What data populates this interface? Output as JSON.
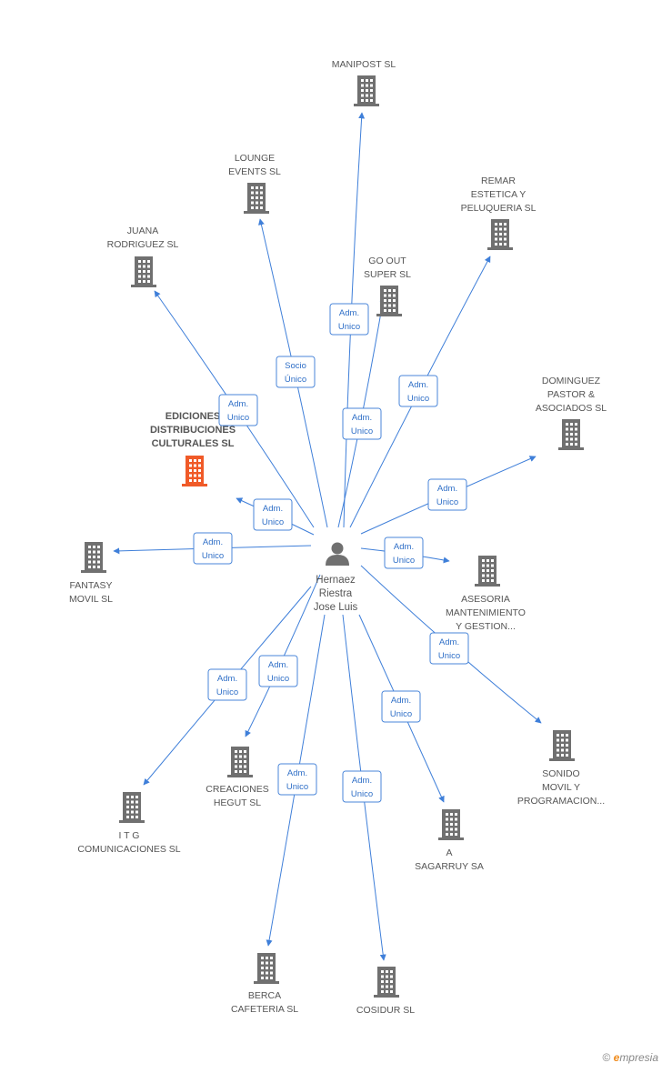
{
  "person": {
    "lines": [
      "Hernaez",
      "Riestra",
      "Jose Luis"
    ],
    "icon": "person-icon"
  },
  "colors": {
    "edge": "#3f7fd9",
    "building": "#707070",
    "focus_building": "#f05a28",
    "role_text": "#2f6fc7"
  },
  "companies": [
    {
      "id": "manipost",
      "lines": [
        "MANIPOST SL"
      ],
      "icon": "building-icon"
    },
    {
      "id": "lounge",
      "lines": [
        "LOUNGE",
        "EVENTS SL"
      ],
      "icon": "building-icon"
    },
    {
      "id": "remar",
      "lines": [
        "REMAR",
        "ESTETICA Y",
        "PELUQUERIA SL"
      ],
      "icon": "building-icon"
    },
    {
      "id": "juana",
      "lines": [
        "JUANA",
        "RODRIGUEZ SL"
      ],
      "icon": "building-icon"
    },
    {
      "id": "goout",
      "lines": [
        "GO OUT",
        "SUPER SL"
      ],
      "icon": "building-icon"
    },
    {
      "id": "dominguez",
      "lines": [
        "DOMINGUEZ",
        "PASTOR &",
        "ASOCIADOS SL"
      ],
      "icon": "building-icon"
    },
    {
      "id": "ediciones",
      "lines": [
        "EDICIONES",
        "DISTRIBUCIONES",
        "CULTURALES SL"
      ],
      "icon": "building-icon",
      "focus": true
    },
    {
      "id": "fantasy",
      "lines": [
        "FANTASY",
        "MOVIL SL"
      ],
      "icon": "building-icon"
    },
    {
      "id": "asesoria",
      "lines": [
        "ASESORIA",
        "MANTENIMIENTO",
        "Y GESTION..."
      ],
      "icon": "building-icon"
    },
    {
      "id": "sonido",
      "lines": [
        "SONIDO",
        "MOVIL Y",
        "PROGRAMACION..."
      ],
      "icon": "building-icon"
    },
    {
      "id": "creaciones",
      "lines": [
        "CREACIONES",
        "HEGUT SL"
      ],
      "icon": "building-icon"
    },
    {
      "id": "itg",
      "lines": [
        "I T G",
        "COMUNICACIONES SL"
      ],
      "icon": "building-icon"
    },
    {
      "id": "sagarruy",
      "lines": [
        "A",
        "SAGARRUY SA"
      ],
      "icon": "building-icon"
    },
    {
      "id": "berca",
      "lines": [
        "BERCA",
        "CAFETERIA SL"
      ],
      "icon": "building-icon"
    },
    {
      "id": "cosidur",
      "lines": [
        "COSIDUR SL"
      ],
      "icon": "building-icon"
    }
  ],
  "edges": [
    {
      "to": "manipost",
      "role": [
        "Adm.",
        "Unico"
      ]
    },
    {
      "to": "lounge",
      "role": [
        "Socio",
        "Único"
      ]
    },
    {
      "to": "remar",
      "role": [
        "Adm.",
        "Unico"
      ]
    },
    {
      "to": "juana",
      "role": [
        "Adm.",
        "Unico"
      ]
    },
    {
      "to": "goout",
      "role": [
        "Adm.",
        "Unico"
      ]
    },
    {
      "to": "dominguez",
      "role": [
        "Adm.",
        "Unico"
      ]
    },
    {
      "to": "ediciones",
      "role": [
        "Adm.",
        "Unico"
      ]
    },
    {
      "to": "fantasy",
      "role": [
        "Adm.",
        "Unico"
      ]
    },
    {
      "to": "asesoria",
      "role": [
        "Adm.",
        "Unico"
      ]
    },
    {
      "to": "sonido",
      "role": [
        "Adm.",
        "Unico"
      ]
    },
    {
      "to": "creaciones",
      "role": [
        "Adm.",
        "Unico"
      ]
    },
    {
      "to": "itg",
      "role": [
        "Adm.",
        "Unico"
      ]
    },
    {
      "to": "sagarruy",
      "role": [
        "Adm.",
        "Unico"
      ]
    },
    {
      "to": "berca",
      "role": [
        "Adm.",
        "Unico"
      ]
    },
    {
      "to": "cosidur",
      "role": [
        "Adm.",
        "Unico"
      ]
    }
  ],
  "footer": {
    "copyright": "©",
    "brand_e": "e",
    "brand_rest": "mpresia"
  }
}
